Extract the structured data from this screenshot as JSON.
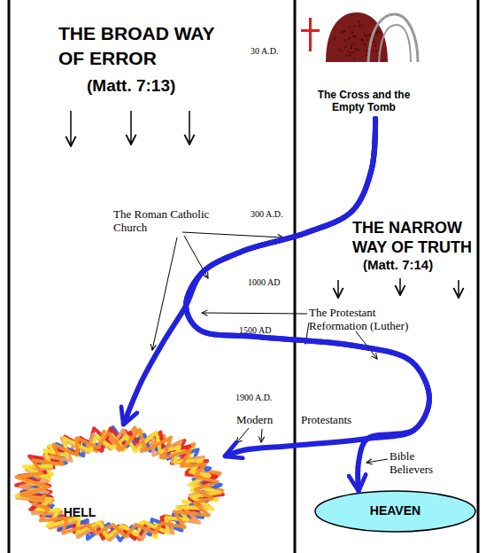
{
  "diagram": {
    "nodes": [
      {
        "text": [
          "The Cross and the Empty Tomb"
        ]
      },
      {
        "text": [
          "HELL"
        ]
      },
      {
        "text": [
          "HEAVEN"
        ]
      }
    ],
    "edges": [
      {
        "from": 0,
        "to": 1,
        "arrow": "to"
      },
      {
        "from": 0,
        "to": 1,
        "arrow": "to"
      },
      {
        "from": 0,
        "to": 2,
        "arrow": "to"
      }
    ],
    "labels": [
      "THE BROAD WAY OF ERROR",
      "(Matt. 7:13)",
      "30 A.D.",
      "300 A.D.",
      "The Roman Catholic Church",
      "THE NARROW WAY OF TRUTH",
      "(Matt. 7:14)",
      "1000 AD",
      "The Protestant Reformation (Luther)",
      "1500 AD",
      "1900 A.D.",
      "Modern",
      "Protestants",
      "Bible Believers"
    ]
  }
}
